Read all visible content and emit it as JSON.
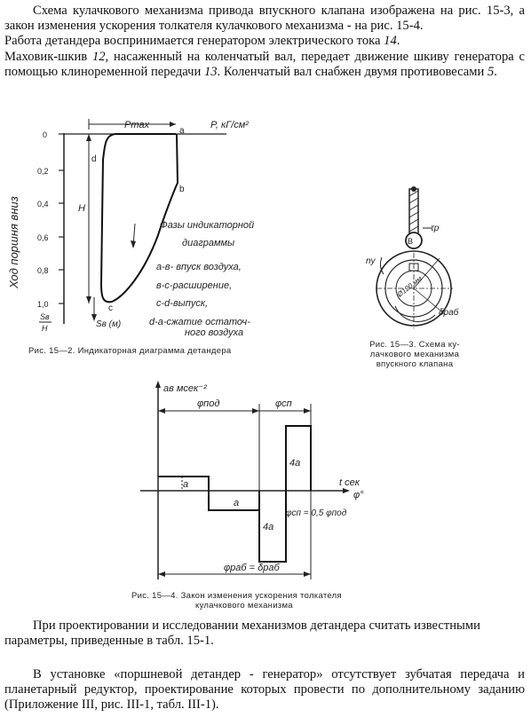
{
  "intro": {
    "s1": "Схема кулачкового механизма привода впускного клапана изображена на рис. 15-3, а закон изменения ускорения толкателя кулачкового механизма - на рис. 15-4.",
    "s2a": "Работа детандера воспринимается генератором электрического тока ",
    "s2n": "14",
    "s2b": ".",
    "s3a": "Маховик-шкив ",
    "s3n1": "12,",
    "s3b": " насаженный на коленчатый вал, передает движение шкиву генератора с помощью клиноременной передачи ",
    "s3n2": "13",
    "s3c": ". Коленчатый вал снабжен двумя противовесами ",
    "s3n3": "5",
    "s3d": "."
  },
  "fig2": {
    "caption": "Рис. 15—2. Индикаторная диаграмма детандера",
    "axis_y_label": "Ход поршня вниз",
    "ticks": [
      "0",
      "0,2",
      "0,4",
      "0,6",
      "0,8",
      "1,0"
    ],
    "ratio_num": "Sв",
    "ratio_den": "H",
    "p_max": "Pmax",
    "p_unit": "P, кГ/см²",
    "h_label": "H",
    "s_label": "Sв (м)",
    "points": [
      "a",
      "b",
      "c",
      "d"
    ],
    "legend_title_1": "Фазы индикаторной",
    "legend_title_2": "диаграммы",
    "legend_items": [
      "a-в- впуск воздуха,",
      "в-с-расширение,",
      "с-d-выпуск,",
      "d-a-сжатие остаточ-",
      "ного воздуха"
    ]
  },
  "fig3": {
    "caption_lines": [
      "Рис. 15—3. Схема ку-",
      "лачкового механизма",
      "впускного клапана"
    ],
    "b_label": "B",
    "tau_label": "τр",
    "n_label": "nу",
    "dim_label": "Ø120 мм",
    "delta_label": "δраб"
  },
  "fig4": {
    "caption_lines": [
      "Рис. 15—4. Закон изменения ускорения толкателя",
      "кулачкового механизма"
    ],
    "y_label": "aв мсек⁻²",
    "phi_pod": "φпод",
    "phi_sp": "φсп",
    "a1": "a",
    "a2": "a",
    "a4_top": "4a",
    "a4_bottom": "4a",
    "t_label": "t сек",
    "phi_axis": "φ°",
    "relation": "φсп = 0,5 φпод",
    "phi_rab": "φраб = δраб"
  },
  "para2": "При проектировании и исследовании механизмов детандера считать известными параметры, приведенные в табл. 15-1.",
  "para3": "В установке «поршневой детандер - генератор» отсутствует зубчатая передача и планетарный редуктор, проектирование которых провести по дополнительному заданию (Приложение III, рис. III-1, табл. III-1)."
}
